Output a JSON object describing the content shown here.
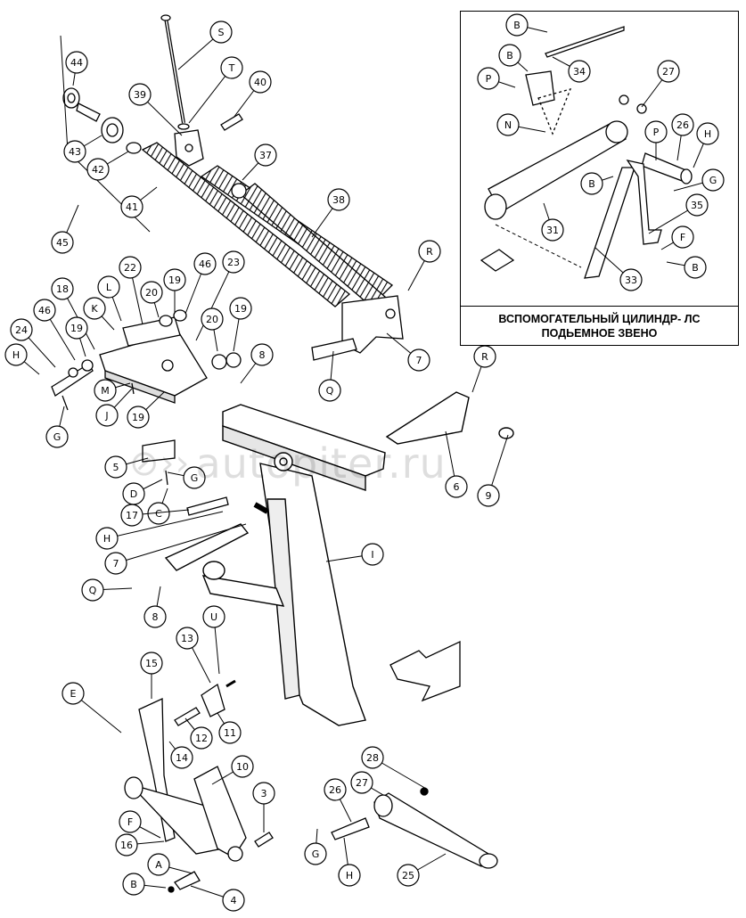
{
  "inset_caption": {
    "line1": "ВСПОМОГАТЕЛЬНЫЙ ЦИЛИНДР- ЛС",
    "line2": "ПОДЬЕМНОЕ ЗВЕНО"
  },
  "watermark": "autopiter.ru",
  "callouts": [
    {
      "label": "S"
    },
    {
      "label": "T"
    },
    {
      "label": "40"
    },
    {
      "label": "39"
    },
    {
      "label": "44"
    },
    {
      "label": "43"
    },
    {
      "label": "42"
    },
    {
      "label": "41"
    },
    {
      "label": "37"
    },
    {
      "label": "38"
    },
    {
      "label": "45"
    },
    {
      "label": "R"
    },
    {
      "label": "22"
    },
    {
      "label": "46"
    },
    {
      "label": "23"
    },
    {
      "label": "18"
    },
    {
      "label": "L"
    },
    {
      "label": "20"
    },
    {
      "label": "19"
    },
    {
      "label": "K"
    },
    {
      "label": "46"
    },
    {
      "label": "24"
    },
    {
      "label": "19"
    },
    {
      "label": "20"
    },
    {
      "label": "19"
    },
    {
      "label": "H"
    },
    {
      "label": "8"
    },
    {
      "label": "M"
    },
    {
      "label": "J"
    },
    {
      "label": "19"
    },
    {
      "label": "G"
    },
    {
      "label": "7"
    },
    {
      "label": "Q"
    },
    {
      "label": "R"
    },
    {
      "label": "9"
    },
    {
      "label": "6"
    },
    {
      "label": "5"
    },
    {
      "label": "G"
    },
    {
      "label": "D"
    },
    {
      "label": "C"
    },
    {
      "label": "17"
    },
    {
      "label": "H"
    },
    {
      "label": "7"
    },
    {
      "label": "I"
    },
    {
      "label": "Q"
    },
    {
      "label": "8"
    },
    {
      "label": "U"
    },
    {
      "label": "13"
    },
    {
      "label": "15"
    },
    {
      "label": "E"
    },
    {
      "label": "12"
    },
    {
      "label": "11"
    },
    {
      "label": "14"
    },
    {
      "label": "10"
    },
    {
      "label": "3"
    },
    {
      "label": "28"
    },
    {
      "label": "26"
    },
    {
      "label": "27"
    },
    {
      "label": "F"
    },
    {
      "label": "16"
    },
    {
      "label": "A"
    },
    {
      "label": "G"
    },
    {
      "label": "H"
    },
    {
      "label": "25"
    },
    {
      "label": "B"
    },
    {
      "label": "4"
    },
    {
      "label": "B"
    },
    {
      "label": "B"
    },
    {
      "label": "34"
    },
    {
      "label": "P"
    },
    {
      "label": "27"
    },
    {
      "label": "N"
    },
    {
      "label": "P"
    },
    {
      "label": "26"
    },
    {
      "label": "H"
    },
    {
      "label": "B"
    },
    {
      "label": "G"
    },
    {
      "label": "35"
    },
    {
      "label": "31"
    },
    {
      "label": "F"
    },
    {
      "label": "B"
    },
    {
      "label": "33"
    }
  ]
}
